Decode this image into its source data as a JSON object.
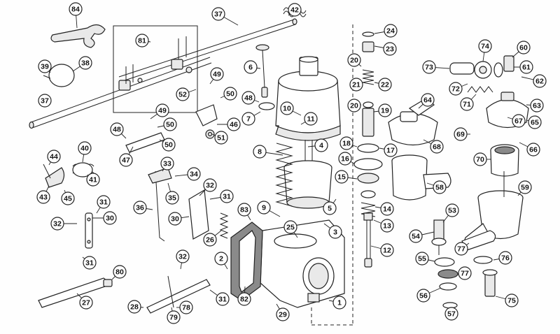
{
  "diagram": {
    "callouts": [
      "84",
      "37",
      "42",
      "81",
      "39",
      "38",
      "37",
      "6",
      "49",
      "52",
      "50",
      "48",
      "10",
      "11",
      "4",
      "8",
      "9",
      "5",
      "3",
      "25",
      "83",
      "2",
      "82",
      "1",
      "29",
      "24",
      "23",
      "20",
      "21",
      "22",
      "20",
      "19",
      "18",
      "17",
      "16",
      "15",
      "14",
      "13",
      "12",
      "64",
      "68",
      "58",
      "74",
      "73",
      "60",
      "61",
      "62",
      "72",
      "71",
      "63",
      "67",
      "65",
      "69",
      "66",
      "70",
      "59",
      "53",
      "54",
      "77",
      "55",
      "77",
      "76",
      "56",
      "57",
      "75",
      "44",
      "40",
      "41",
      "43",
      "45",
      "33",
      "34",
      "35",
      "36",
      "32",
      "31",
      "30",
      "26",
      "31",
      "32",
      "30",
      "31",
      "80",
      "27",
      "28",
      "79",
      "78",
      "32",
      "31",
      "49",
      "50",
      "46",
      "51",
      "47",
      "48",
      "50",
      "7"
    ]
  }
}
